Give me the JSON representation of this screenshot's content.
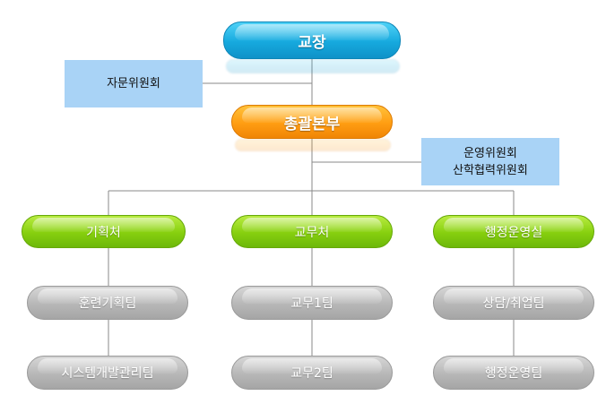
{
  "org_chart": {
    "principal": "교장",
    "advisory_committee": "자문위원회",
    "headquarters": "총괄본부",
    "operating_committee": "운영위원회",
    "industry_committee": "산학협력위원회",
    "departments": [
      {
        "name": "기획처",
        "teams": [
          "훈련기획팀",
          "시스템개발관리팀"
        ]
      },
      {
        "name": "교무처",
        "teams": [
          "교무1팀",
          "교무2팀"
        ]
      },
      {
        "name": "행정운영실",
        "teams": [
          "상담/취업팀",
          "행정운영팀"
        ]
      }
    ]
  },
  "colors": {
    "principal": "#1fb3e6",
    "headquarters": "#ffa51a",
    "department": "#8fd416",
    "team": "#bcbcbc",
    "committee_box": "#a9d3f6",
    "line": "#8a8a8a"
  }
}
